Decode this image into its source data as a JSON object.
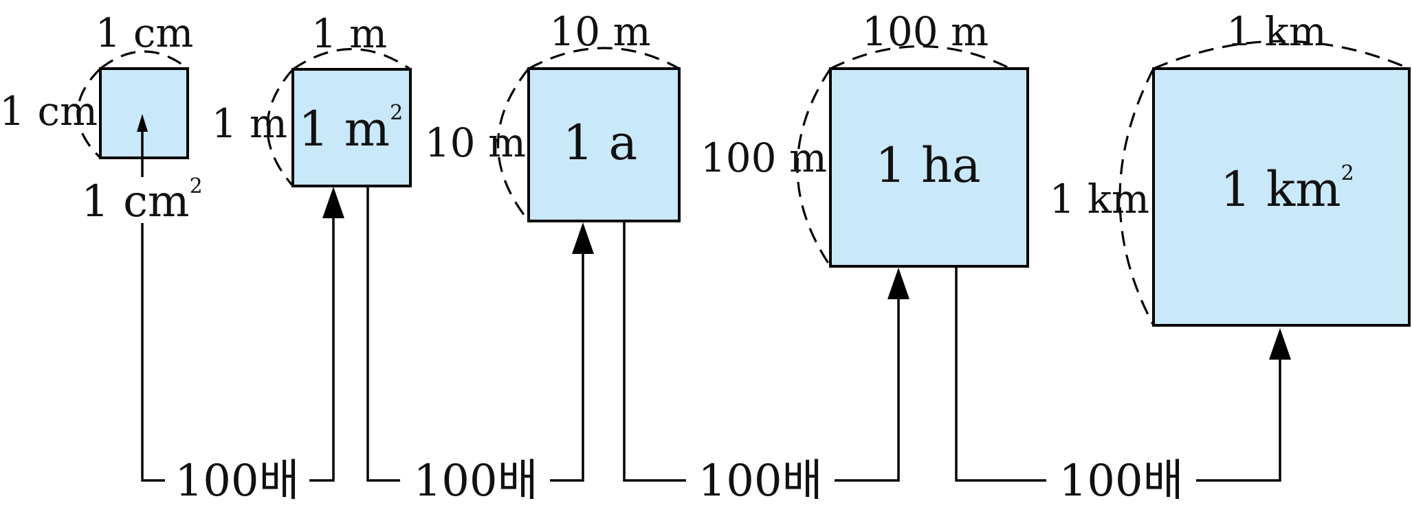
{
  "units": [
    {
      "top_label": "1 cm",
      "left_label": "1 cm",
      "area_label": "1 cm",
      "area_exponent": "2"
    },
    {
      "top_label": "1 m",
      "left_label": "1 m",
      "area_label": "1 m",
      "area_exponent": "2"
    },
    {
      "top_label": "10 m",
      "left_label": "10 m",
      "area_label": "1 a",
      "area_exponent": ""
    },
    {
      "top_label": "100 m",
      "left_label": "100 m",
      "area_label": "1 ha",
      "area_exponent": ""
    },
    {
      "top_label": "1 km",
      "left_label": "1 km",
      "area_label": "1 km",
      "area_exponent": "2"
    }
  ],
  "multipliers": [
    "100배",
    "100배",
    "100배",
    "100배"
  ],
  "colors": {
    "square_fill": "#c9e8f9",
    "stroke": "#000000"
  }
}
